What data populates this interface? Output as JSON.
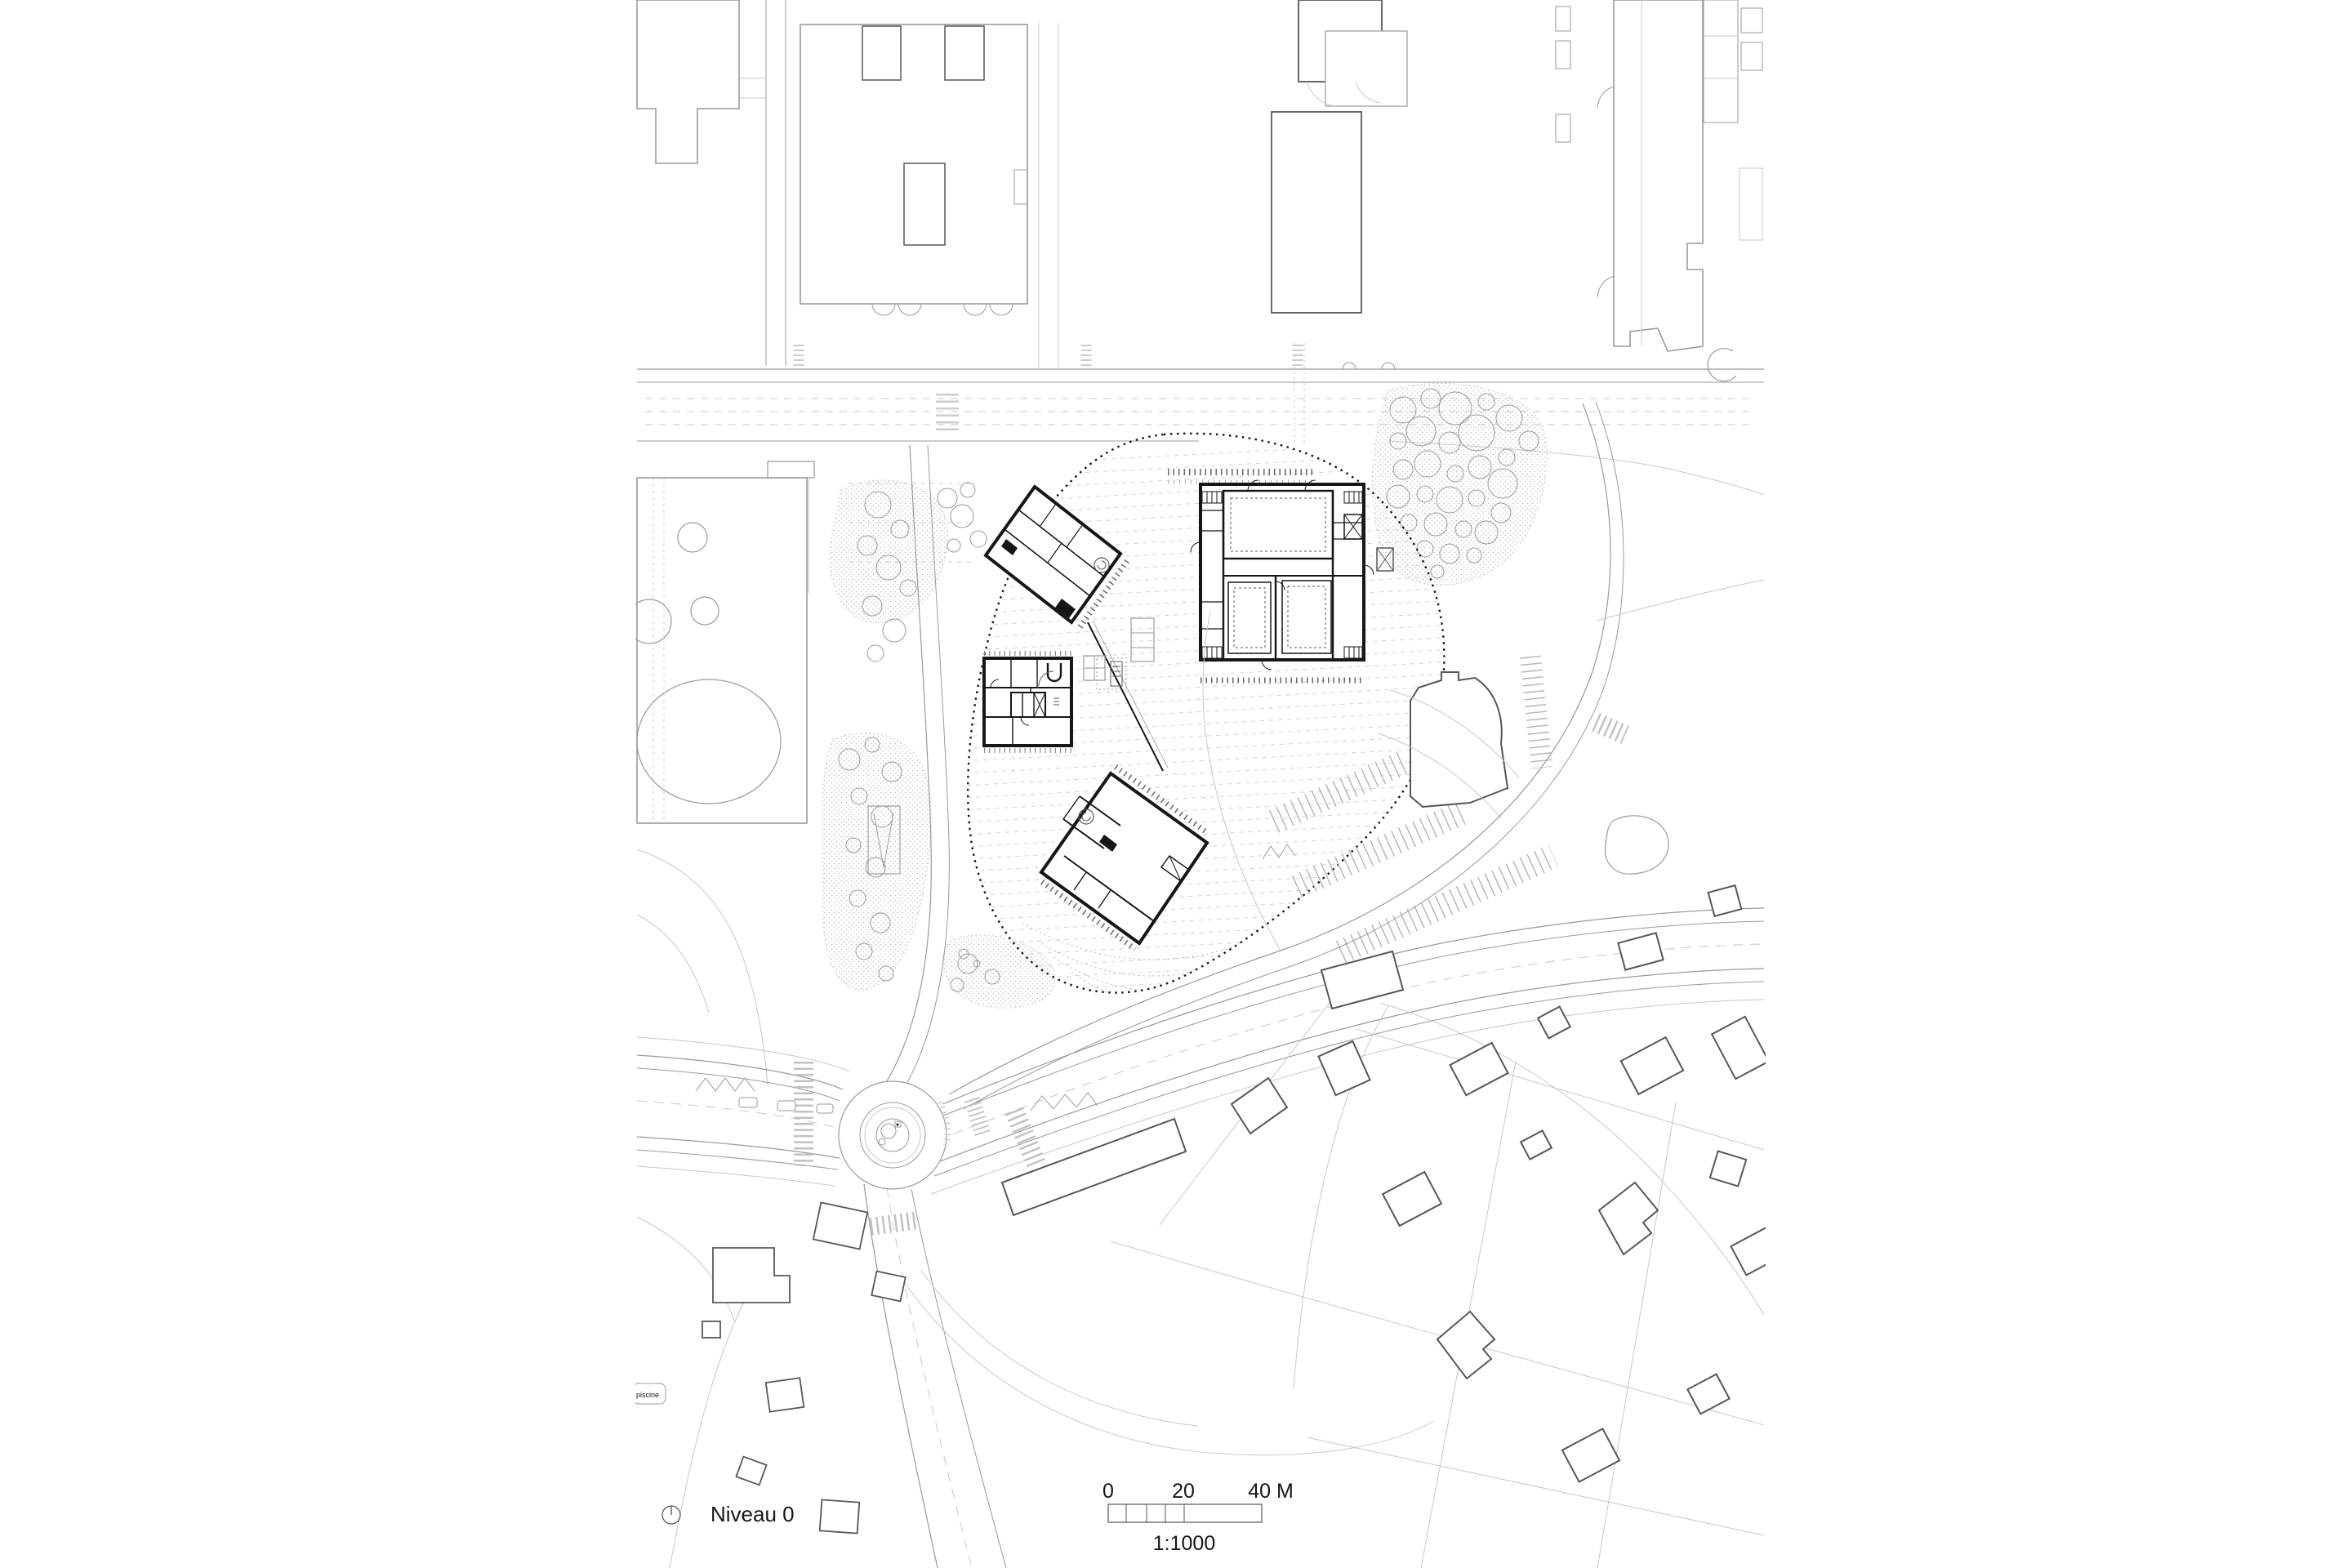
{
  "drawing": {
    "type": "architectural site plan, ground floor",
    "level_label": "Niveau 0",
    "scale": {
      "ratio": "1:1000",
      "tick_start": "0",
      "tick_mid": "20",
      "tick_end": "40 M",
      "minor_segments": 4,
      "minor_value_m": 5,
      "total_m": 40
    },
    "labels": {
      "pool": "piscine"
    },
    "icons": {
      "north": "north-indicator-circle"
    }
  },
  "colors": {
    "paper": "#ffffff",
    "ink": "#161616",
    "dark": "#575757",
    "context": "#9a9a9a",
    "faint": "#c8c8c8",
    "hatch": "#cdcdcd"
  }
}
